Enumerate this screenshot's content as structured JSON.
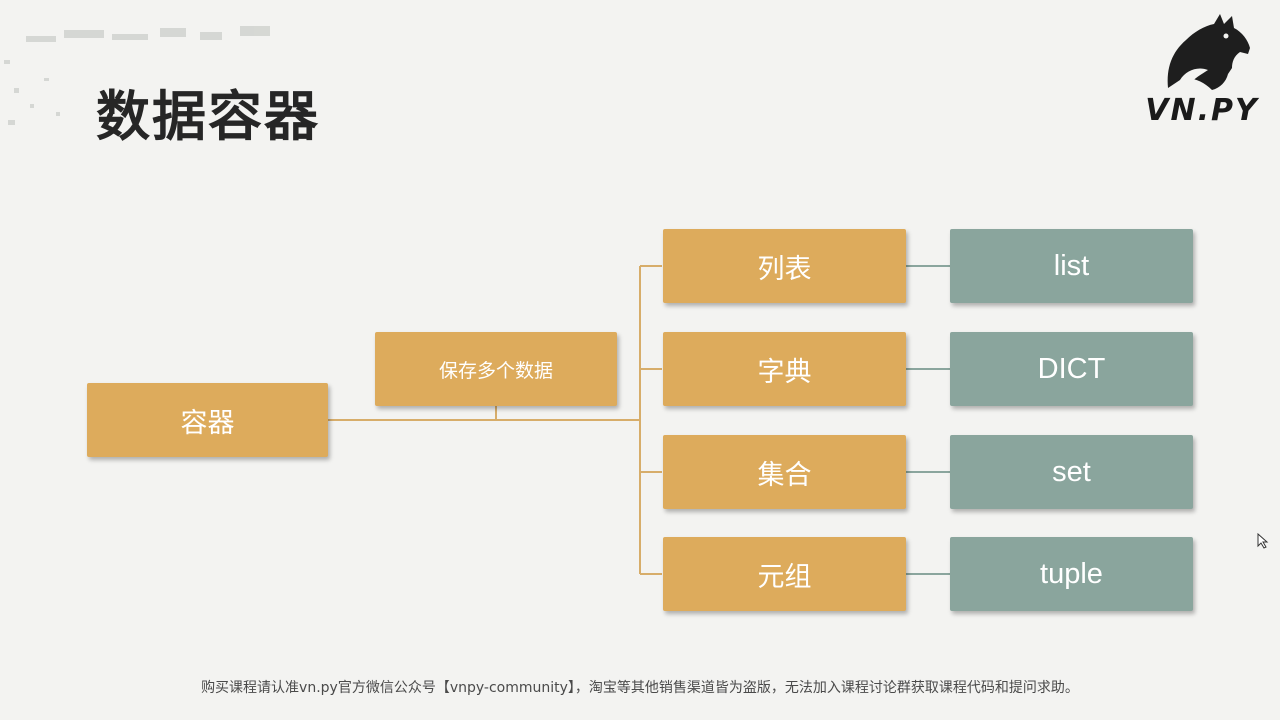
{
  "title": "数据容器",
  "logo": {
    "text": "VN.PY",
    "icon": "horse-head-icon"
  },
  "diagram": {
    "root": "容器",
    "middle": "保存多个数据",
    "categories": [
      {
        "cn": "列表",
        "en": "list"
      },
      {
        "cn": "字典",
        "en": "DICT"
      },
      {
        "cn": "集合",
        "en": "set"
      },
      {
        "cn": "元组",
        "en": "tuple"
      }
    ]
  },
  "footer": "购买课程请认准vn.py官方微信公众号【vnpy-community】，淘宝等其他销售渠道皆为盗版，无法加入课程讨论群获取课程代码和提问求助。",
  "colors": {
    "orange": "#ddab5c",
    "teal": "#8aa59d",
    "line": "#d7ad6a",
    "line_teal": "#8aa59d"
  }
}
